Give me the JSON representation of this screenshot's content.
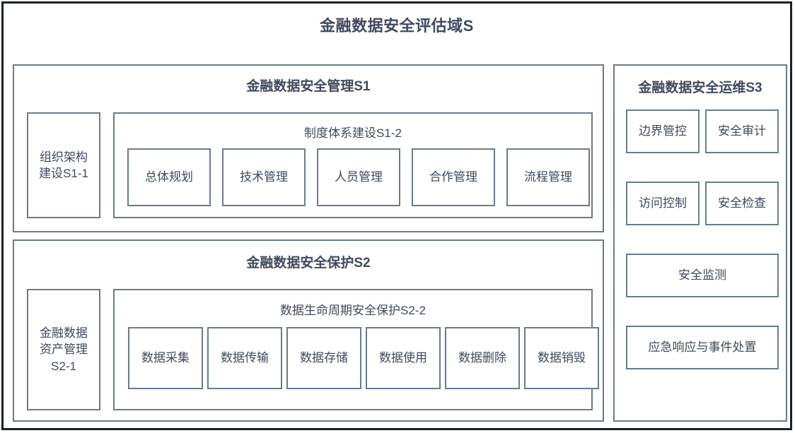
{
  "diagram": {
    "title": "金融数据安全评估域S",
    "colors": {
      "outer_border": "#1a1f2b",
      "box_border": "#6b7a90",
      "text": "#3f4a5d",
      "background": "#ffffff"
    },
    "sections": {
      "s1": {
        "title": "金融数据安全管理S1",
        "left_block": {
          "lines": [
            "组织架构",
            "建设S1-1"
          ]
        },
        "sub_group": {
          "title": "制度体系建设S1-2",
          "items": [
            "总体规划",
            "技术管理",
            "人员管理",
            "合作管理",
            "流程管理"
          ]
        }
      },
      "s2": {
        "title": "金融数据安全保护S2",
        "left_block": {
          "lines": [
            "金融数据",
            "资产管理",
            "S2-1"
          ]
        },
        "sub_group": {
          "title": "数据生命周期安全保护S2-2",
          "items": [
            "数据采集",
            "数据传输",
            "数据存储",
            "数据使用",
            "数据删除",
            "数据销毁"
          ]
        }
      },
      "s3": {
        "title": "金融数据安全运维S3",
        "items": [
          {
            "label": "边界管控",
            "span": "half"
          },
          {
            "label": "安全审计",
            "span": "half"
          },
          {
            "label": "访问控制",
            "span": "half"
          },
          {
            "label": "安全检查",
            "span": "half"
          },
          {
            "label": "安全监测",
            "span": "full"
          },
          {
            "label": "应急响应与事件处置",
            "span": "full"
          }
        ]
      }
    }
  }
}
